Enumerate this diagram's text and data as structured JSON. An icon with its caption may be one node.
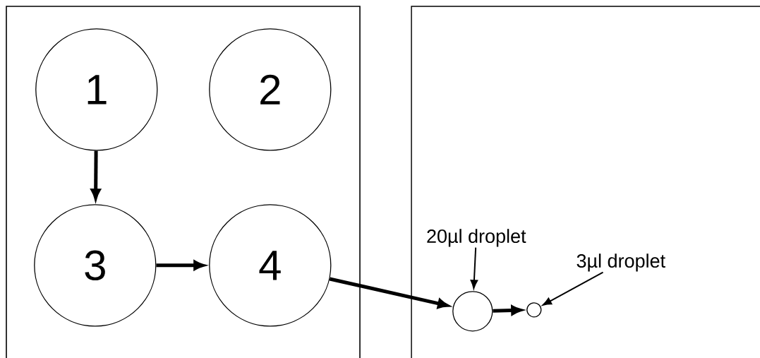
{
  "diagram": {
    "nodes": [
      {
        "text": [],
        "shape": "box"
      },
      {
        "text": [
          "1"
        ],
        "in": 0
      },
      {
        "text": [
          "2"
        ],
        "in": 0
      },
      {
        "text": [
          "3"
        ],
        "in": 0
      },
      {
        "text": [
          "4"
        ],
        "in": 0
      },
      {
        "text": [],
        "shape": "box"
      },
      {
        "text": [
          "20µl droplet"
        ],
        "in": 5
      },
      {
        "text": [],
        "shape": "circle",
        "in": 5
      },
      {
        "text": [
          "3µl droplet"
        ],
        "in": 5
      },
      {
        "text": [],
        "shape": "circle",
        "in": 5
      }
    ],
    "edges": [
      {
        "from": 1,
        "to": 3,
        "arrow": "to"
      },
      {
        "from": 3,
        "to": 4,
        "arrow": "to"
      },
      {
        "from": 4,
        "to": 7,
        "arrow": "to"
      },
      {
        "from": 7,
        "to": 9,
        "arrow": "to"
      },
      {
        "from": 6,
        "to": 7,
        "arrow": "to"
      },
      {
        "from": 8,
        "to": 9,
        "arrow": "to"
      }
    ]
  }
}
